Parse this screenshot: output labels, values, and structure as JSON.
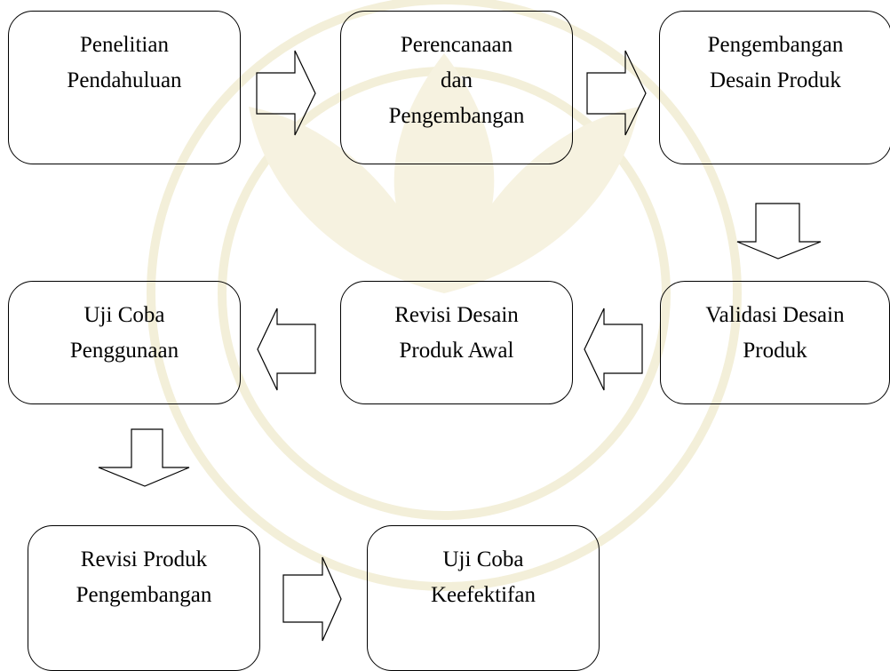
{
  "steps": {
    "s1": "Penelitian\nPendahuluan",
    "s2": "Perencanaan\ndan\nPengembangan",
    "s3": "Pengembangan\nDesain Produk",
    "s4": "Validasi Desain\nProduk",
    "s5": "Revisi Desain\nProduk Awal",
    "s6": "Uji Coba\nPenggunaan",
    "s7": "Revisi Produk\nPengembangan",
    "s8": "Uji Coba\nKeefektifan"
  },
  "colors": {
    "stroke": "#000000",
    "watermark": "#f3efd9"
  }
}
